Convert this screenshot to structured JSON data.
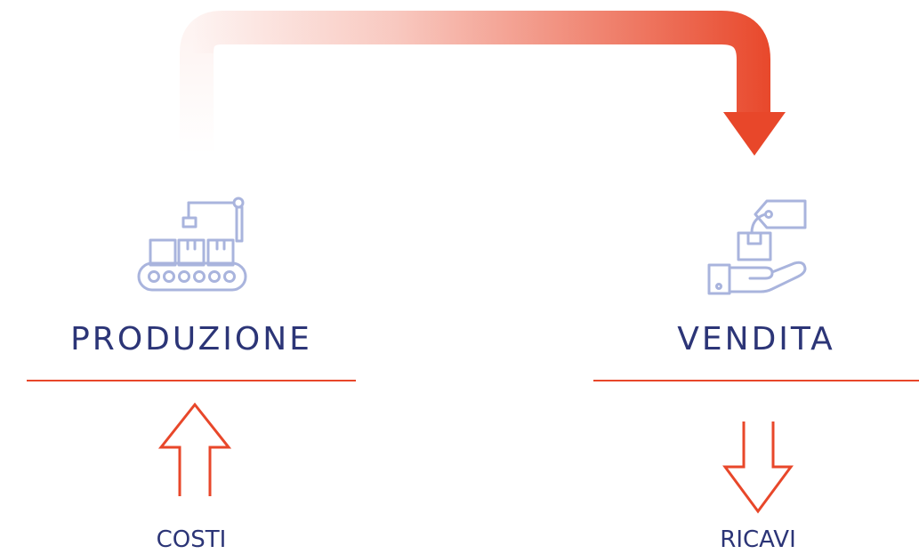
{
  "colors": {
    "primary_text": "#2c3577",
    "accent": "#e8472a",
    "icon": "#a9b4dd"
  },
  "nodes": [
    {
      "label": "PRODUZIONE",
      "sublabel": "COSTI",
      "icon": "factory-conveyor-icon",
      "flow": "up-arrow"
    },
    {
      "label": "VENDITA",
      "sublabel": "RICAVI",
      "icon": "hand-box-price-tag-icon",
      "flow": "down-arrow"
    }
  ],
  "connector": {
    "from": "PRODUZIONE",
    "to": "VENDITA",
    "style": "gradient-arrow"
  }
}
